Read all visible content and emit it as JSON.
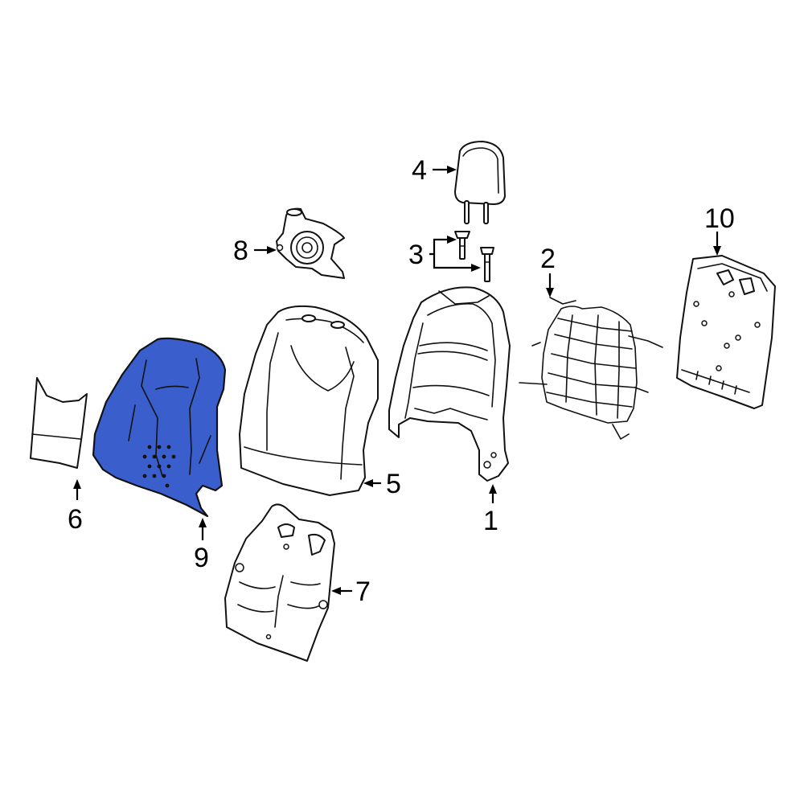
{
  "colors": {
    "highlight": "#3a5fcd",
    "line": "#111111",
    "background": "#ffffff"
  },
  "parts": [
    {
      "id": "1",
      "label": "1",
      "name": "seat back frame"
    },
    {
      "id": "2",
      "label": "2",
      "name": "spring grid"
    },
    {
      "id": "3",
      "label": "3",
      "name": "headrest guides"
    },
    {
      "id": "4",
      "label": "4",
      "name": "headrest"
    },
    {
      "id": "5",
      "label": "5",
      "name": "seat back cover"
    },
    {
      "id": "6",
      "label": "6",
      "name": "side panel"
    },
    {
      "id": "7",
      "label": "7",
      "name": "back panel"
    },
    {
      "id": "8",
      "label": "8",
      "name": "recliner mechanism"
    },
    {
      "id": "9",
      "label": "9",
      "name": "seat back pad",
      "highlighted": true
    },
    {
      "id": "10",
      "label": "10",
      "name": "rear trim board"
    }
  ]
}
